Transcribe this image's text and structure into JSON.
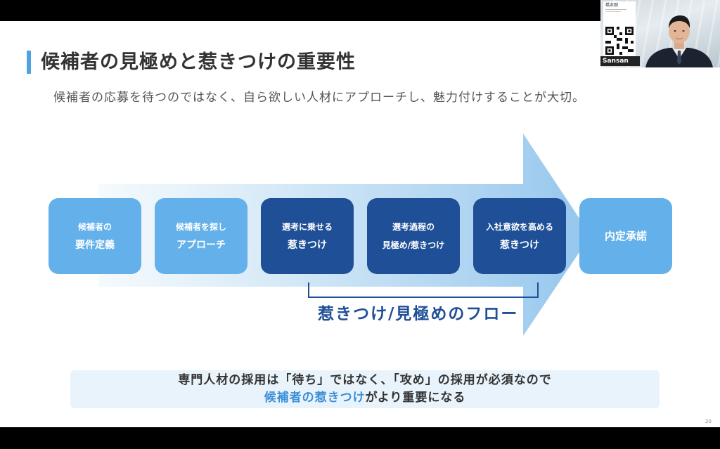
{
  "slide": {
    "title": "候補者の見極めと惹きつけの重要性",
    "subtitle": "候補者の応募を待つのではなく、自ら欲しい人材にアプローチし、魅力付けすることが大切。",
    "steps": [
      {
        "line1": "候補者の",
        "line2": "要件定義"
      },
      {
        "line1": "候補者を探し",
        "line2": "アプローチ"
      },
      {
        "line1": "選考に乗せる",
        "line2": "惹きつけ"
      },
      {
        "line1": "選考過程の",
        "line2": "見極め/惹きつけ"
      },
      {
        "line1": "入社意欲を高める",
        "line2": "惹きつけ"
      },
      {
        "line1": "内定承諾"
      }
    ],
    "flow_label": "惹きつけ/見極めのフロー",
    "callout": {
      "line1": "専門人材の採用は「待ち」ではなく、「攻め」の採用が必須なので",
      "line2_highlight": "候補者の惹きつけ",
      "line2_rest": "がより重要になる"
    },
    "page_number": "20"
  },
  "video": {
    "speaker_name": "橋本剛",
    "brand": "Sansan"
  },
  "colors": {
    "accent": "#4da3e0",
    "step_light": "#63b0ea",
    "step_dark": "#1f4f97",
    "callout_bg": "#e8f3fb",
    "highlight": "#3b8fd6"
  }
}
